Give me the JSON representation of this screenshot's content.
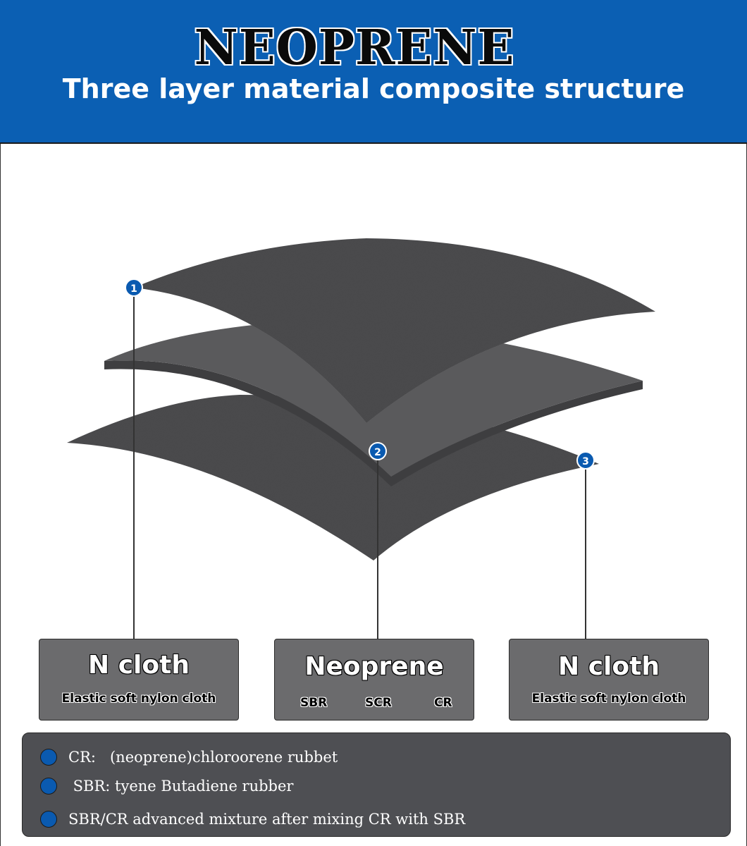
{
  "header": {
    "title": "NEOPRENE",
    "subtitle": "Three layer material composite structure"
  },
  "colors": {
    "header_blue": "#0b5fb3",
    "fabric": "#4a4a4c",
    "rubber": "#5a5a5c",
    "marker_blue": "#0a5ab0",
    "label_box": "#6b6b6d",
    "legend_bg": "#4e4f53"
  },
  "markers": [
    "1",
    "2",
    "3"
  ],
  "labels": [
    {
      "title": "N cloth",
      "desc": "Elastic soft nylon cloth"
    },
    {
      "title": "Neoprene",
      "items": [
        "SBR",
        "SCR",
        "CR"
      ]
    },
    {
      "title": "N cloth",
      "desc": "Elastic soft nylon cloth"
    }
  ],
  "legend": [
    "CR:   (neoprene)chloroorene rubbet",
    " SBR: tyene Butadiene rubber",
    "SBR/CR advanced mixture after mixing CR with SBR"
  ]
}
